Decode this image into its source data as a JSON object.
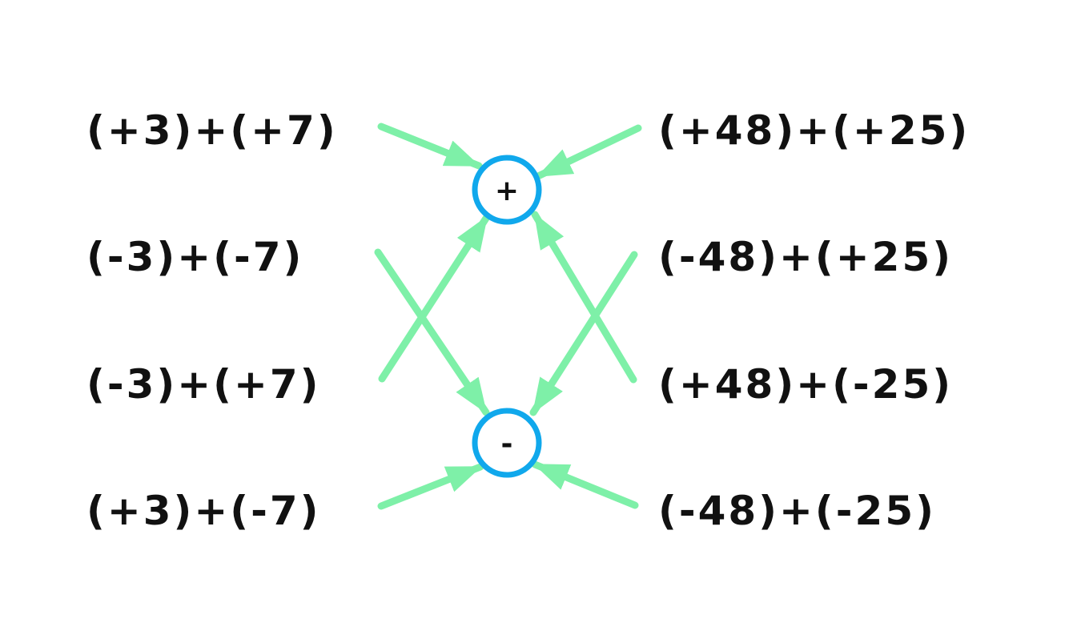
{
  "colors": {
    "arrow": "#7ef0a8",
    "circle": "#10a8ec",
    "text": "#111111",
    "background": "#ffffff"
  },
  "left_expressions": [
    "(+3)+(+7)",
    "(-3)+(-7)",
    "(-3)+(+7)",
    "(+3)+(-7)"
  ],
  "right_expressions": [
    "(+48)+(+25)",
    "(-48)+(+25)",
    "(+48)+(-25)",
    "(-48)+(-25)"
  ],
  "nodes": {
    "plus": "+",
    "minus": "-"
  },
  "connections": [
    {
      "from": "left_expressions.0",
      "to": "nodes.plus"
    },
    {
      "from": "left_expressions.1",
      "to": "nodes.minus"
    },
    {
      "from": "left_expressions.2",
      "to": "nodes.plus"
    },
    {
      "from": "left_expressions.3",
      "to": "nodes.minus"
    },
    {
      "from": "right_expressions.0",
      "to": "nodes.plus"
    },
    {
      "from": "right_expressions.1",
      "to": "nodes.minus"
    },
    {
      "from": "right_expressions.2",
      "to": "nodes.plus"
    },
    {
      "from": "right_expressions.3",
      "to": "nodes.minus"
    }
  ]
}
